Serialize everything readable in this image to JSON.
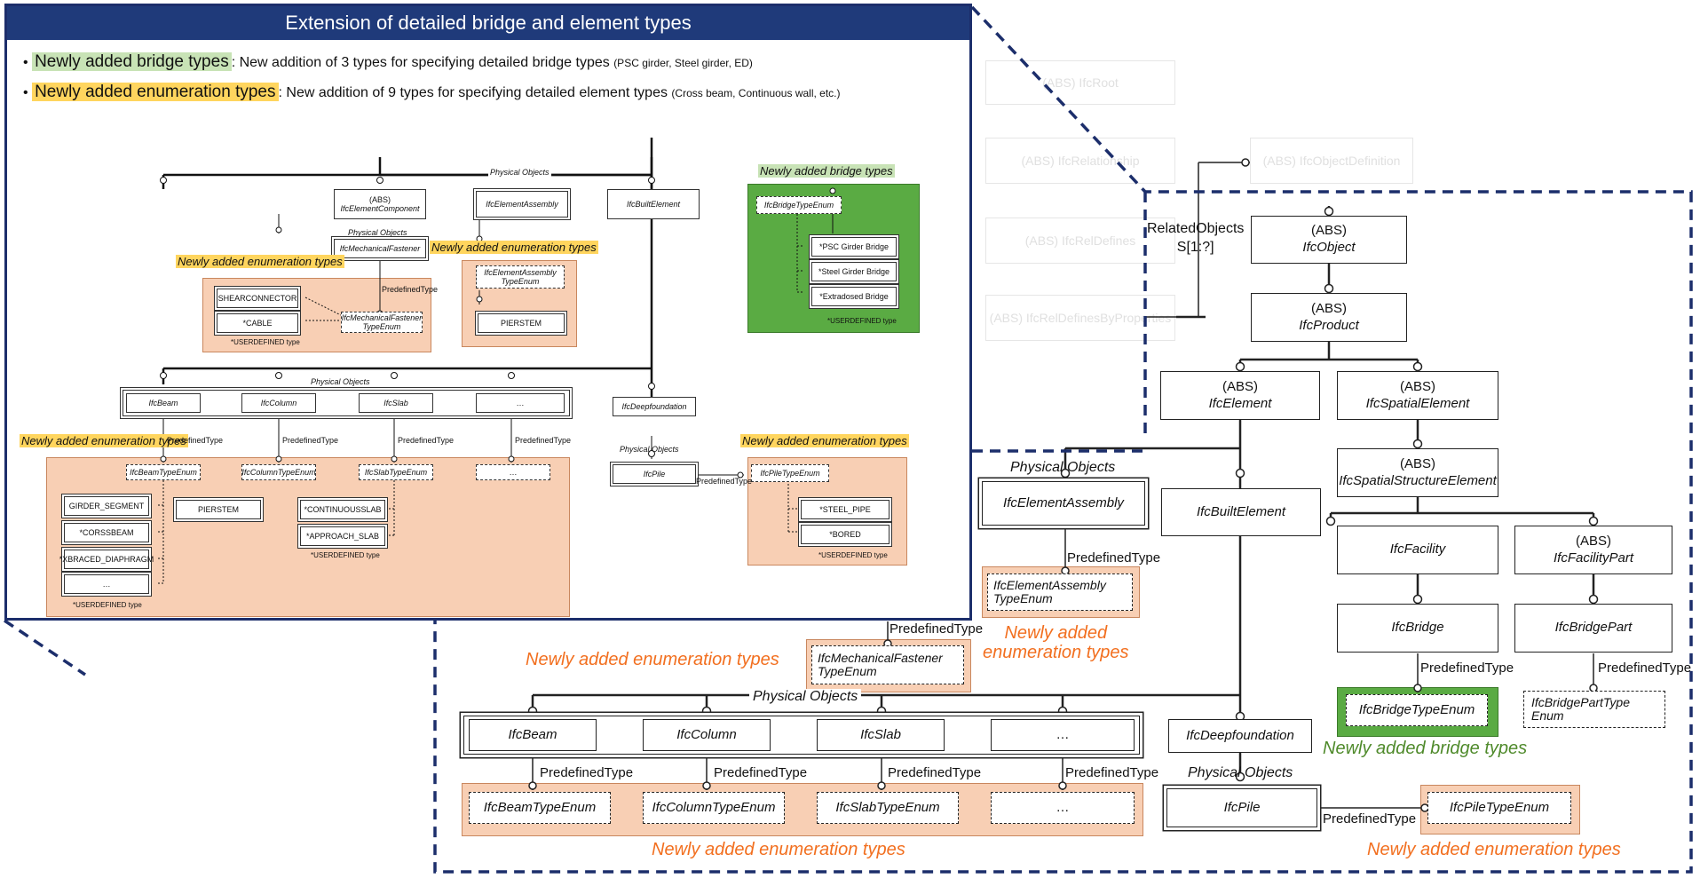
{
  "inset": {
    "title": "Extension of detailed bridge and element types",
    "bullet1": {
      "marker": "•",
      "highlight": "Newly added bridge types",
      "colon": ":",
      "text": " New addition of 3 types for specifying detailed bridge types ",
      "small": "(PSC girder, Steel girder, ED)"
    },
    "bullet2": {
      "marker": "•",
      "highlight": "Newly added enumeration types",
      "colon": ":",
      "text": " New addition of 9 types for specifying detailed element types ",
      "small": "(Cross beam, Continuous wall, etc.)"
    },
    "physical_objects": "Physical Objects",
    "abs": "(ABS)",
    "element_component": "IfcElementComponent",
    "element_assembly": "IfcElementAssembly",
    "built_element": "IfcBuiltElement",
    "mechanical_fastener": "IfcMechanicalFastener",
    "new_enum": "Newly added enumeration types",
    "new_bridge": "Newly added bridge types",
    "predefined": "PredefinedType",
    "shearconnector": "SHEARCONNECTOR",
    "cable": "*CABLE",
    "mf_enum": "IfcMechanicalFastener TypeEnum",
    "userdefined": "*USERDEFINED type",
    "ea_enum": "IfcElementAssembly TypeEnum",
    "pierstem": "PIERSTEM",
    "bridge_enum": "IfcBridgeTypeEnum",
    "psc": "*PSC Girder Bridge",
    "steel": "*Steel Girder Bridge",
    "extradosed": "*Extradosed Bridge",
    "beam": "IfcBeam",
    "column": "IfcColumn",
    "slab": "IfcSlab",
    "ellipsis": "…",
    "deepfoundation": "IfcDeepfoundation",
    "pile": "IfcPile",
    "beam_enum": "IfcBeamTypeEnum",
    "column_enum": "IfcColumnTypeEnum",
    "slab_enum": "IfcSlabTypeEnum",
    "pile_enum": "IfcPileTypeEnum",
    "girder_segment": "GIRDER_SEGMENT",
    "corssbeam": "*CORSSBEAM",
    "xbraced": "*XBRACED_DIAPHRAGM",
    "continuousslab": "*CONTINUOUSSLAB",
    "approach_slab": "*APPROACH_SLAB",
    "steel_pipe": "*STEEL_PIPE",
    "bored": "*BORED"
  },
  "faint": {
    "root": "(ABS) IfcRoot",
    "rel": "(ABS) IfcRelationship",
    "objdef": "(ABS) IfcObjectDefinition",
    "reldef": "(ABS) IfcRelDefines",
    "relprop": "(ABS) IfcRelDefinesByProperties"
  },
  "main": {
    "related_objects": "RelatedObjects",
    "related_card": "S[1:?]",
    "abs": "(ABS)",
    "object": "IfcObject",
    "product": "IfcProduct",
    "element": "IfcElement",
    "spatial_element": "IfcSpatialElement",
    "spatial_structure_element": "IfcSpatialStructureElement",
    "facility": "IfcFacility",
    "facility_part": "IfcFacilityPart",
    "bridge": "IfcBridge",
    "bridge_part": "IfcBridgePart",
    "predefined": "PredefinedType",
    "bridge_enum": "IfcBridgeTypeEnum",
    "bridge_part_enum": "IfcBridgePartType Enum",
    "new_bridge": "Newly added bridge types",
    "physical_objects": "Physical Objects",
    "element_assembly": "IfcElementAssembly",
    "ea_enum": "IfcElementAssembly TypeEnum",
    "built_element": "IfcBuiltElement",
    "new_enum_line1": "Newly added",
    "new_enum_line2": "enumeration types",
    "new_enum": "Newly added enumeration types",
    "mf_enum": "IfcMechanicalFastener TypeEnum",
    "beam": "IfcBeam",
    "column": "IfcColumn",
    "slab": "IfcSlab",
    "ellipsis": "…",
    "deepfoundation": "IfcDeepfoundation",
    "pile": "IfcPile",
    "beam_enum": "IfcBeamTypeEnum",
    "column_enum": "IfcColumnTypeEnum",
    "slab_enum": "IfcSlabTypeEnum",
    "pile_enum": "IfcPileTypeEnum"
  }
}
